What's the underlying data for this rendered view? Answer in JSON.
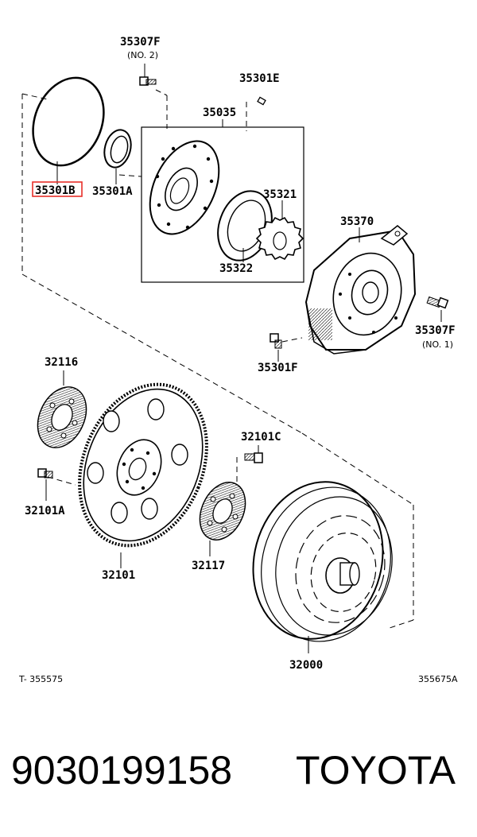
{
  "labels": {
    "p35307F_top": "35307F",
    "p35307F_top_sub": "(NO. 2)",
    "p35301E": "35301E",
    "p35035": "35035",
    "p35301B": "35301B",
    "p35301A": "35301A",
    "p35321": "35321",
    "p35322": "35322",
    "p35370": "35370",
    "p35307F_right": "35307F",
    "p35307F_right_sub": "(NO. 1)",
    "p35301F": "35301F",
    "p32116": "32116",
    "p32101C": "32101C",
    "p32101A": "32101A",
    "p32101": "32101",
    "p32117": "32117",
    "p32000": "32000"
  },
  "refs": {
    "left": "T- 355575",
    "right": "355675A"
  },
  "highlight_color": "#e8302a",
  "footer": {
    "part_number": "9030199158",
    "brand": "TOYOTA"
  }
}
